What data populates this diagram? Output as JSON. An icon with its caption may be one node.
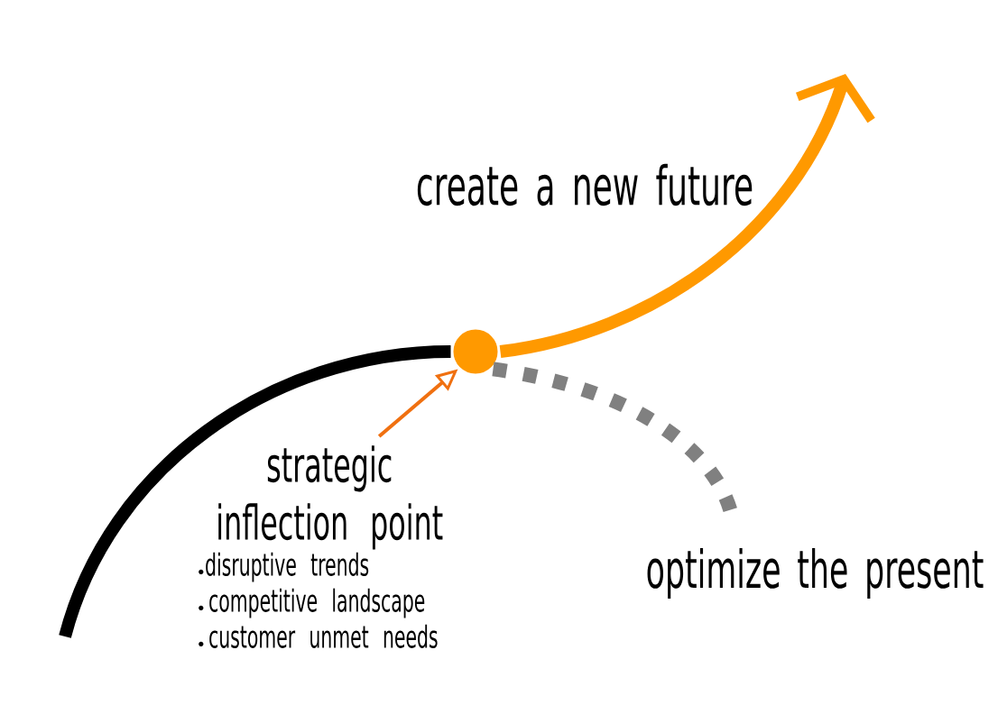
{
  "diagram": {
    "nodes": [
      {
        "text": [],
        "shape": "circle"
      },
      {
        "text": [
          "strategic inflection point",
          "disruptive trends",
          "competitive landscape",
          "customer unmet needs"
        ]
      },
      {
        "text": [
          "optimize the present"
        ]
      }
    ],
    "edges": [
      {
        "from": null,
        "to": 0,
        "arrow": "none",
        "color": "#000000"
      },
      {
        "from": 0,
        "to": null,
        "arrow": "to",
        "color": "#ff9900",
        "label": "create a new future"
      },
      {
        "from": 0,
        "to": 2,
        "arrow": "none",
        "style": "dashed",
        "color": "#808080"
      },
      {
        "from": 1,
        "to": 0,
        "arrow": "to",
        "color": "#f07010"
      }
    ]
  }
}
